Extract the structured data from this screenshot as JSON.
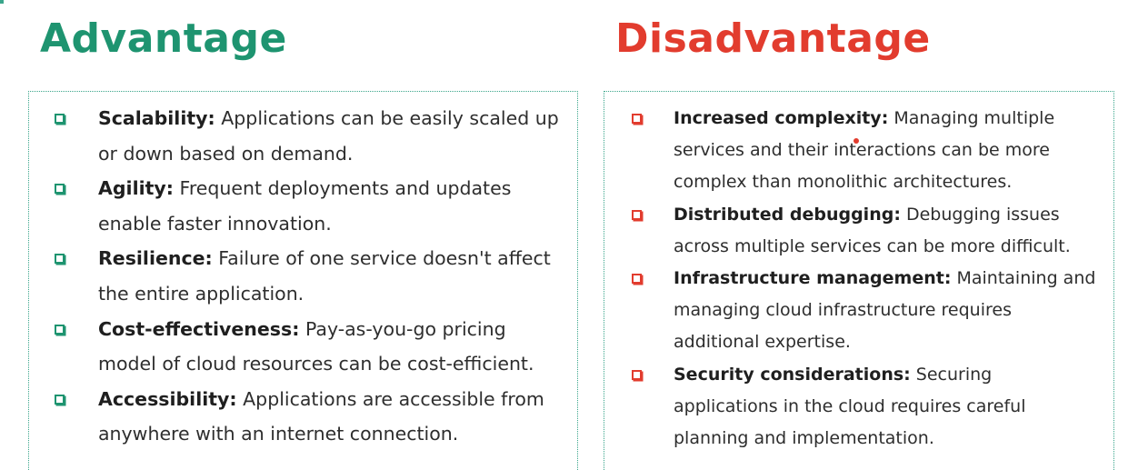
{
  "colors": {
    "advantage_accent": "#1e9470",
    "disadvantage_accent": "#e23c2e",
    "panel_border": "#3aa58b"
  },
  "advantage": {
    "title": "Advantage",
    "items": [
      {
        "term": "Scalability:",
        "text": "Applications can be easily scaled up or down based on demand."
      },
      {
        "term": "Agility:",
        "text": "Frequent deployments and updates enable faster innovation."
      },
      {
        "term": "Resilience:",
        "text": "Failure of one service doesn't affect the entire application."
      },
      {
        "term": "Cost-effectiveness:",
        "text": "Pay-as-you-go pricing model of cloud resources can be cost-efficient."
      },
      {
        "term": "Accessibility:",
        "text": "Applications are accessible from anywhere with an internet connection."
      }
    ]
  },
  "disadvantage": {
    "title": "Disadvantage",
    "items": [
      {
        "term": "Increased complexity:",
        "text": "Managing multiple services and their interactions can be more complex than monolithic architectures."
      },
      {
        "term": "Distributed debugging:",
        "text": "Debugging issues across multiple services can be more difficult."
      },
      {
        "term": "Infrastructure management:",
        "text": "Maintaining and managing cloud infrastructure requires additional expertise."
      },
      {
        "term": "Security considerations:",
        "text": "Securing applications in the cloud requires careful planning and implementation."
      }
    ]
  }
}
